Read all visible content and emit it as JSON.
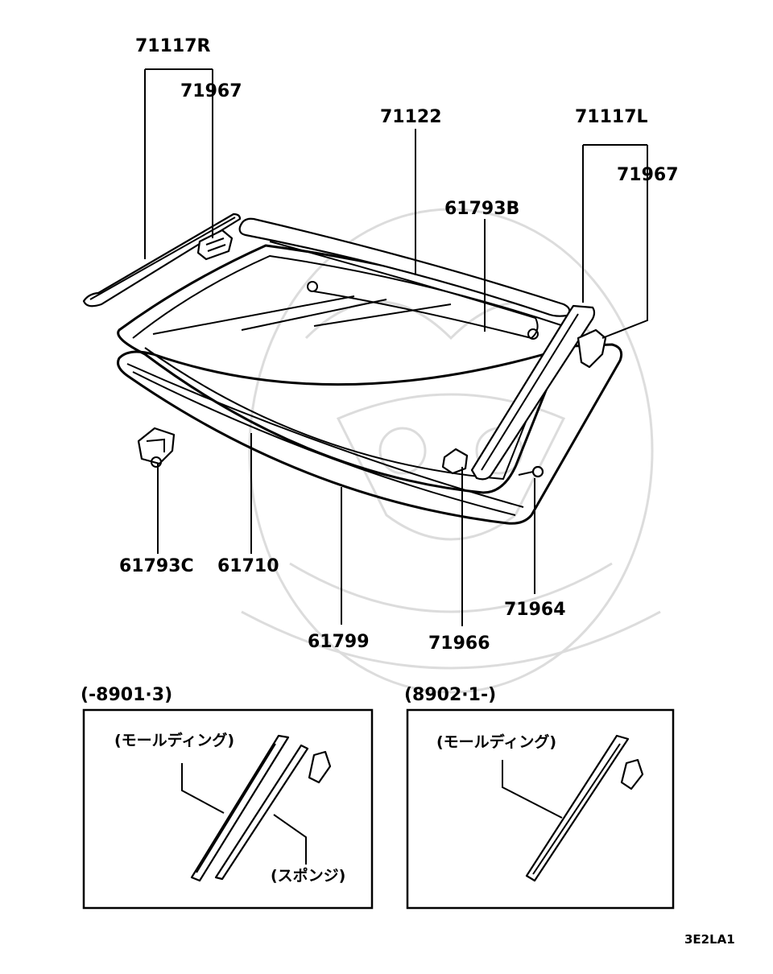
{
  "callouts": {
    "moulding_rh": "71117R",
    "clip_rh": "71967",
    "upper_moulding": "71122",
    "moulding_lh": "71117L",
    "clip_lh": "71967",
    "spacer_upper": "61793B",
    "spacer_lower": "61793C",
    "windshield_glass": "61710",
    "weatherstrip": "61799",
    "fastener": "71966",
    "screw": "71964"
  },
  "inset_early": {
    "caption": "(-8901·3)",
    "label_moulding": "(モールディング)",
    "label_sponge": "(スポンジ)"
  },
  "inset_late": {
    "caption": "(8902·1-)",
    "label_moulding": "(モールディング)"
  },
  "diagram_code": "3E2LA1"
}
